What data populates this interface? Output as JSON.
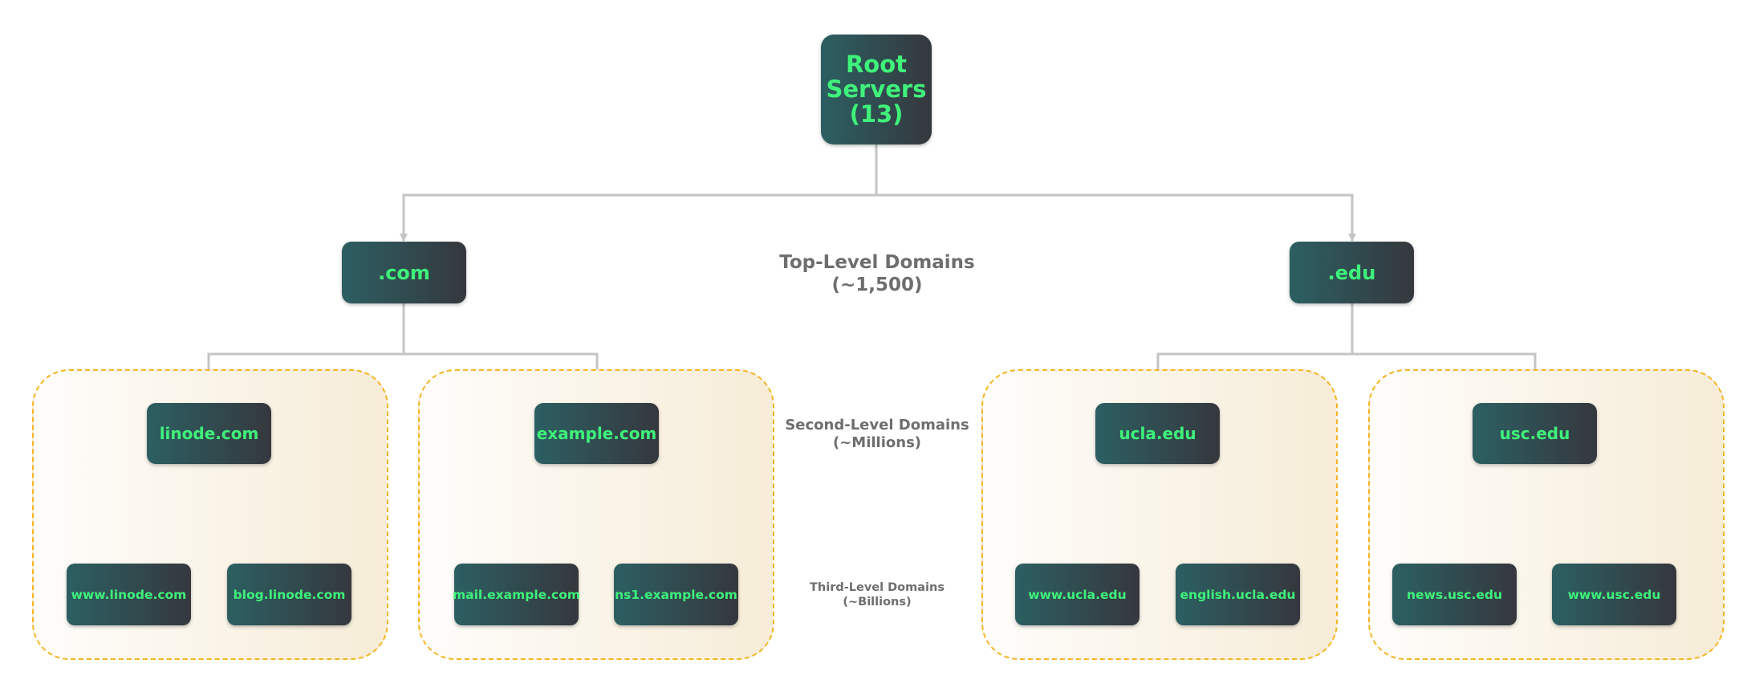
{
  "root": {
    "label": "Root\nServers\n(13)"
  },
  "tlds": [
    {
      "label": ".com",
      "seconds": [
        {
          "label": "linode.com",
          "thirds": [
            "www.linode.com",
            "blog.linode.com"
          ]
        },
        {
          "label": "example.com",
          "thirds": [
            "mail.example.com",
            "ns1.example.com"
          ]
        }
      ]
    },
    {
      "label": ".edu",
      "seconds": [
        {
          "label": "ucla.edu",
          "thirds": [
            "www.ucla.edu",
            "english.ucla.edu"
          ]
        },
        {
          "label": "usc.edu",
          "thirds": [
            "news.usc.edu",
            "www.usc.edu"
          ]
        }
      ]
    }
  ],
  "level_labels": {
    "top": "Top-Level Domains\n(~1,500)",
    "second": "Second-Level Domains\n(~Millions)",
    "third": "Third-Level Domains\n(~Billions)"
  },
  "colors": {
    "node_gradient_start": "#2c5f62",
    "node_gradient_end": "#35383e",
    "node_text": "#3ff27a",
    "connector": "#c4c4c4",
    "group_border": "#f4b522",
    "level_label": "#6e6e6e"
  }
}
